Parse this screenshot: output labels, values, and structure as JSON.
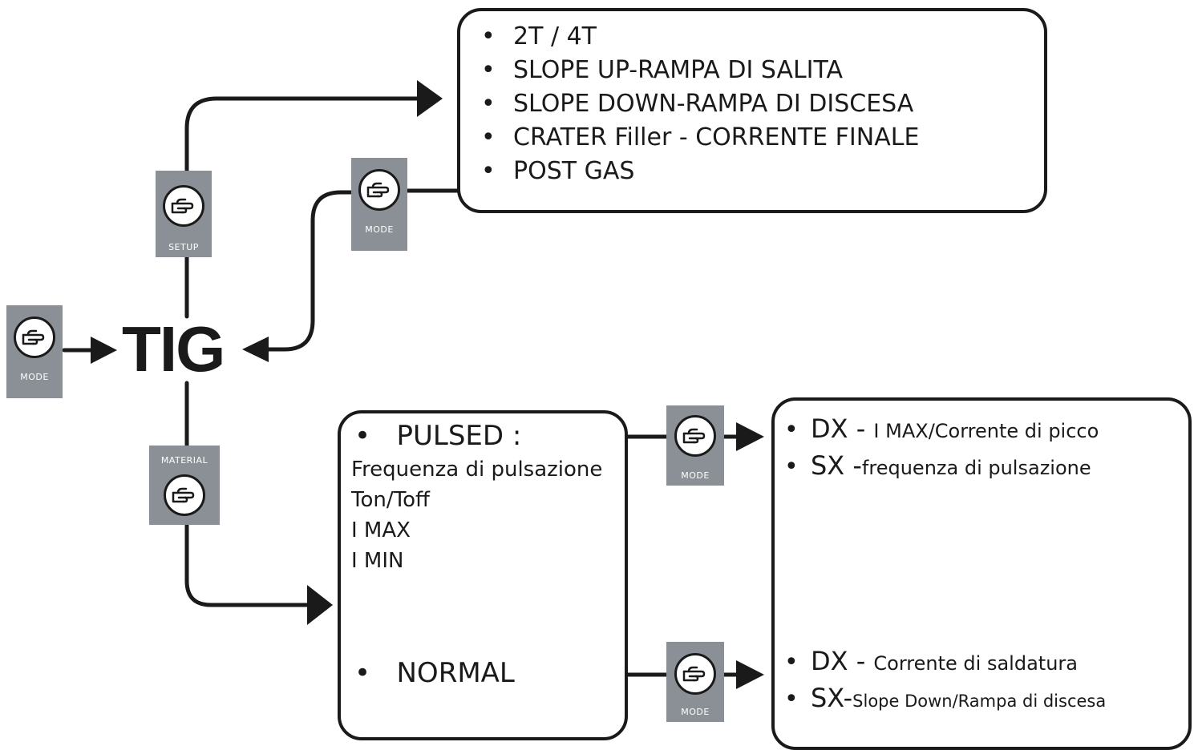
{
  "center_label": "TIG",
  "buttons": {
    "entry_mode": "MODE",
    "setup": "SETUP",
    "mode_return": "MODE",
    "material": "MATERIAL",
    "mode_pulsed": "MODE",
    "mode_normal": "MODE"
  },
  "setup_box": {
    "items": [
      "2T / 4T",
      "SLOPE UP-RAMPA DI SALITA",
      "SLOPE DOWN-RAMPA DI DISCESA",
      "CRATER Filler - CORRENTE FINALE",
      "POST GAS"
    ]
  },
  "material_box": {
    "pulsed_label": "PULSED :",
    "pulsed_params": [
      "Frequenza di pulsazione",
      "Ton/Toff",
      "I MAX",
      "I MIN"
    ],
    "normal_label": "NORMAL"
  },
  "result_box": {
    "pulsed": [
      {
        "key": "DX - ",
        "desc": "I MAX/Corrente di picco"
      },
      {
        "key": "SX -",
        "desc": "frequenza di pulsazione"
      }
    ],
    "normal": [
      {
        "key": "DX - ",
        "desc": "Corrente di saldatura"
      },
      {
        "key": "SX-",
        "desc": "Slope Down/Rampa di discesa"
      }
    ]
  },
  "bullet_char": "•",
  "colors": {
    "line": "#1a1a1a",
    "button_bg": "#8a9096"
  }
}
